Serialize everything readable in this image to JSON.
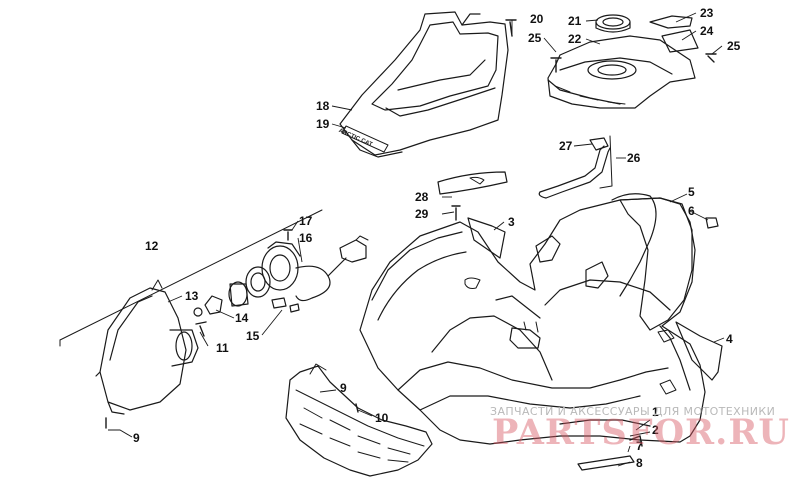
{
  "callouts": [
    {
      "id": "l1",
      "text": "1"
    },
    {
      "id": "l2",
      "text": "2"
    },
    {
      "id": "l3",
      "text": "3"
    },
    {
      "id": "l4",
      "text": "4"
    },
    {
      "id": "l5",
      "text": "5"
    },
    {
      "id": "l6",
      "text": "6"
    },
    {
      "id": "l7",
      "text": "7"
    },
    {
      "id": "l8",
      "text": "8"
    },
    {
      "id": "l9a",
      "text": "9"
    },
    {
      "id": "l9b",
      "text": "9"
    },
    {
      "id": "l10",
      "text": "10"
    },
    {
      "id": "l11",
      "text": "11"
    },
    {
      "id": "l12",
      "text": "12"
    },
    {
      "id": "l13",
      "text": "13"
    },
    {
      "id": "l14",
      "text": "14"
    },
    {
      "id": "l15",
      "text": "15"
    },
    {
      "id": "l16",
      "text": "16"
    },
    {
      "id": "l17",
      "text": "17"
    },
    {
      "id": "l18",
      "text": "18"
    },
    {
      "id": "l19",
      "text": "19"
    },
    {
      "id": "l20",
      "text": "20"
    },
    {
      "id": "l21",
      "text": "21"
    },
    {
      "id": "l22",
      "text": "22"
    },
    {
      "id": "l23",
      "text": "23"
    },
    {
      "id": "l24",
      "text": "24"
    },
    {
      "id": "l25a",
      "text": "25"
    },
    {
      "id": "l25b",
      "text": "25"
    },
    {
      "id": "l26",
      "text": "26"
    },
    {
      "id": "l27",
      "text": "27"
    },
    {
      "id": "l28",
      "text": "28"
    },
    {
      "id": "l29",
      "text": "29"
    }
  ],
  "emblem_text": "ARCTIC CAT",
  "watermark": {
    "caption": "ЗАПЧАСТИ И АКСЕССУАРЫ ДЛЯ МОТОТЕХНИКИ",
    "logo": "PARTSFOR.RU"
  }
}
